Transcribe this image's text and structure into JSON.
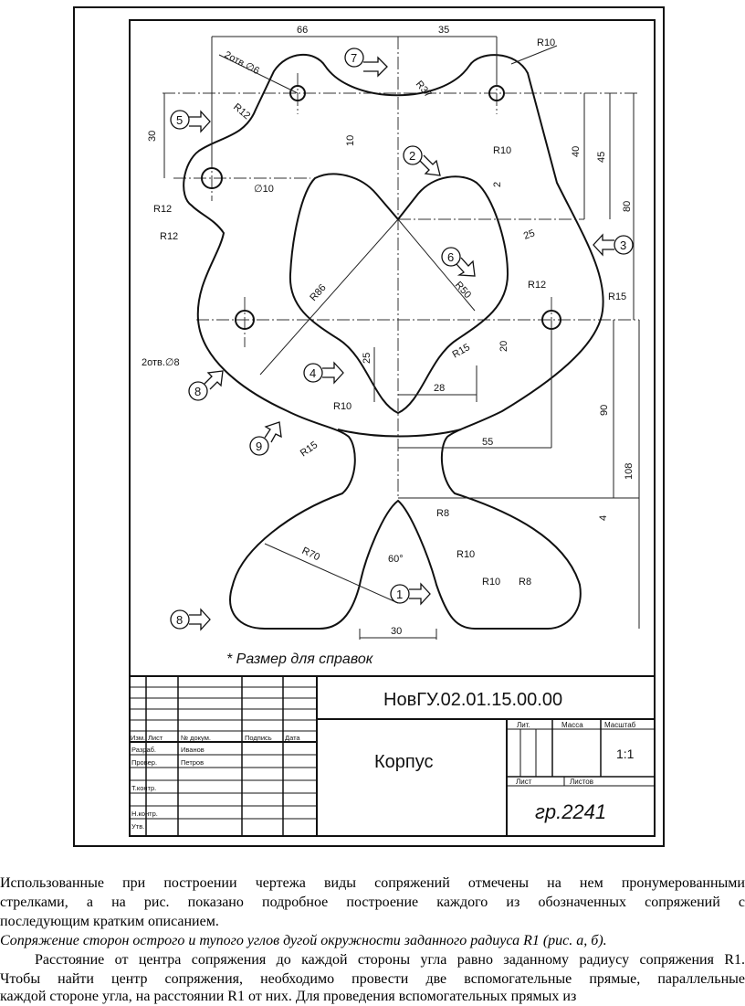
{
  "drawing": {
    "dims": {
      "d66": "66",
      "d35": "35",
      "r10a": "R10",
      "hole6": "2отв.∅6",
      "r37": "R37",
      "d30": "30",
      "d10": "10",
      "r12a": "R12",
      "r10b": "R10",
      "d2": "2",
      "d40": "40",
      "d45": "45",
      "d80": "80",
      "phi10": "∅10",
      "r12b": "R12",
      "r12c": "R12",
      "d25": "25",
      "r12d": "R12",
      "r15a": "R15",
      "r86": "R86",
      "r50": "R50",
      "hole8": "2отв.∅8",
      "r15b": "R15",
      "d25b": "25",
      "d20": "20",
      "d28": "28",
      "r10c": "R10",
      "d90": "90",
      "d55": "55",
      "r15c": "R15",
      "d108": "108",
      "d4": "4",
      "r8a": "R8",
      "r70": "R70",
      "a60": "60°",
      "r10d": "R10",
      "r10e": "R10",
      "r8b": "R8",
      "d30b": "30"
    },
    "markers": [
      "1",
      "2",
      "3",
      "4",
      "5",
      "6",
      "7",
      "8",
      "9"
    ],
    "note": "* Размер для справок",
    "title_block": {
      "code": "НовГУ.02.01.15.00.00",
      "name": "Корпус",
      "group": "гр.2241",
      "lit": "Лит.",
      "mass": "Масса",
      "scale": "Масштаб",
      "scale_value": "1:1",
      "sheet": "Лист",
      "sheets": "Листов",
      "col_izm": "Изм.",
      "col_list": "Лист",
      "col_doc": "№ докум.",
      "col_sign": "Подпись",
      "col_date": "Дата",
      "row_razrab": "Разраб.",
      "row_razrab_name": "Иванов",
      "row_prov": "Провер.",
      "row_prov_name": "Петров",
      "row_tkontr": "Т.контр.",
      "row_nkontr": "Н.контр.",
      "row_utv": "Утв."
    }
  },
  "text": {
    "line1": "Использованные при построении чертежа виды сопряжений отмечены на нем пронумерованными",
    "line2": "стрелками, а на рис. показано подробное построение каждого из обозначенных сопряжений с",
    "line3": "последующим кратким описанием.",
    "line4": "Сопряжение сторон острого и тупого углов дугой окружности заданного радиуса R1 (рис. а, б).",
    "line5": "Расстояние от центра сопряжения до каждой стороны угла равно заданному радиусу сопряжения R1.",
    "line6": "Чтобы найти центр сопряжения, необходимо провести две вспомогательные прямые, параллельные",
    "line7": "каждой стороне угла, на расстоянии R1 от них. Для проведения вспомогательных прямых из"
  }
}
